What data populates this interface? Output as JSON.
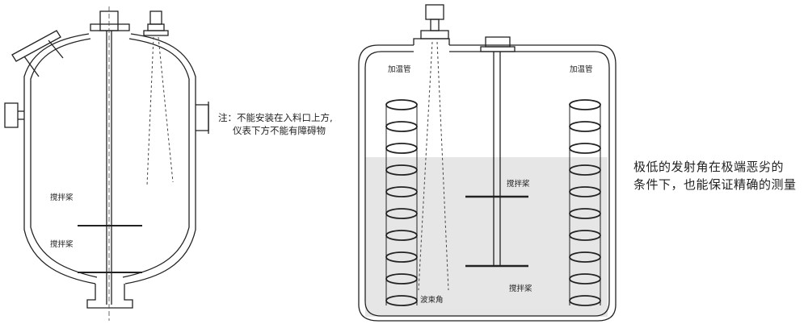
{
  "left_tank": {
    "agitator_label_upper": "搅拌桨",
    "agitator_label_lower": "搅拌桨",
    "note_line1": "注：不能安装在入料口上方,",
    "note_line2": "仪表下方不能有障碍物"
  },
  "right_tank": {
    "heating_tube_left": "加温管",
    "heating_tube_right": "加温管",
    "agitator_label_upper": "搅拌桨",
    "agitator_label_lower": "搅拌桨",
    "beam_angle_label": "波束角",
    "fill_color": "#e6e6e6",
    "description_line1": "极低的发射角在极端恶劣的",
    "description_line2": "条件下，也能保证精确的测量"
  }
}
